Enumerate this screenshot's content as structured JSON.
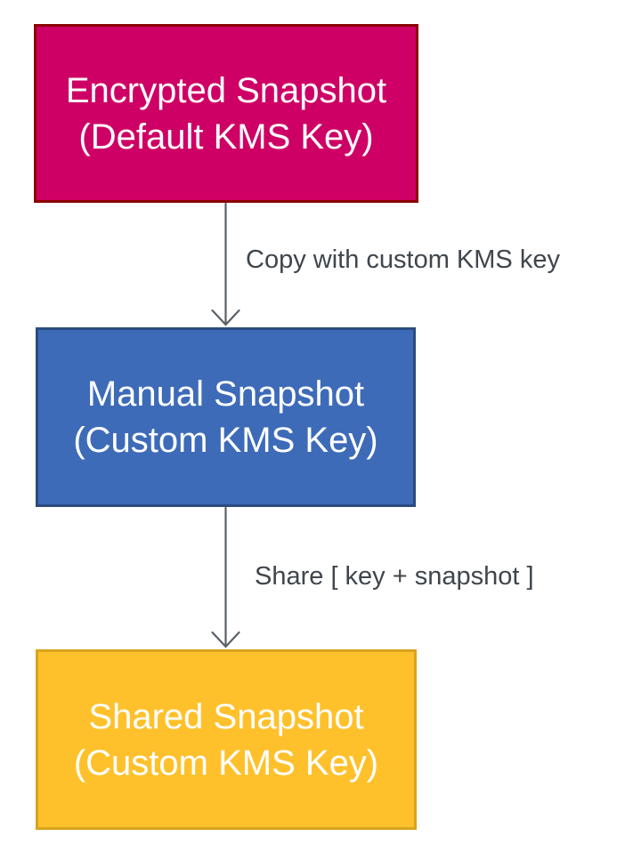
{
  "diagram": {
    "type": "flowchart",
    "direction": "top-down",
    "background_color": "#FFFFFF",
    "nodes": [
      {
        "id": "encrypted-snapshot",
        "line1": "Encrypted Snapshot",
        "line2": "(Default KMS Key)",
        "fill": "#CE0065",
        "border": "#8C0304",
        "text_color": "#FFFFFF"
      },
      {
        "id": "manual-snapshot",
        "line1": "Manual Snapshot",
        "line2": "(Custom KMS Key)",
        "fill": "#3D6BB8",
        "border": "#2B4B7E",
        "text_color": "#FFFFFF"
      },
      {
        "id": "shared-snapshot",
        "line1": "Shared Snapshot",
        "line2": "(Custom KMS Key)",
        "fill": "#FFC12B",
        "border": "#D8A41E",
        "text_color": "#FFFFFF"
      }
    ],
    "edges": [
      {
        "from": "encrypted-snapshot",
        "to": "manual-snapshot",
        "label": "Copy with custom KMS key"
      },
      {
        "from": "manual-snapshot",
        "to": "shared-snapshot",
        "label": "Share [ key + snapshot ]"
      }
    ],
    "colors": {
      "arrow": "#5A6169",
      "edge_label_text": "#3F464C"
    }
  }
}
